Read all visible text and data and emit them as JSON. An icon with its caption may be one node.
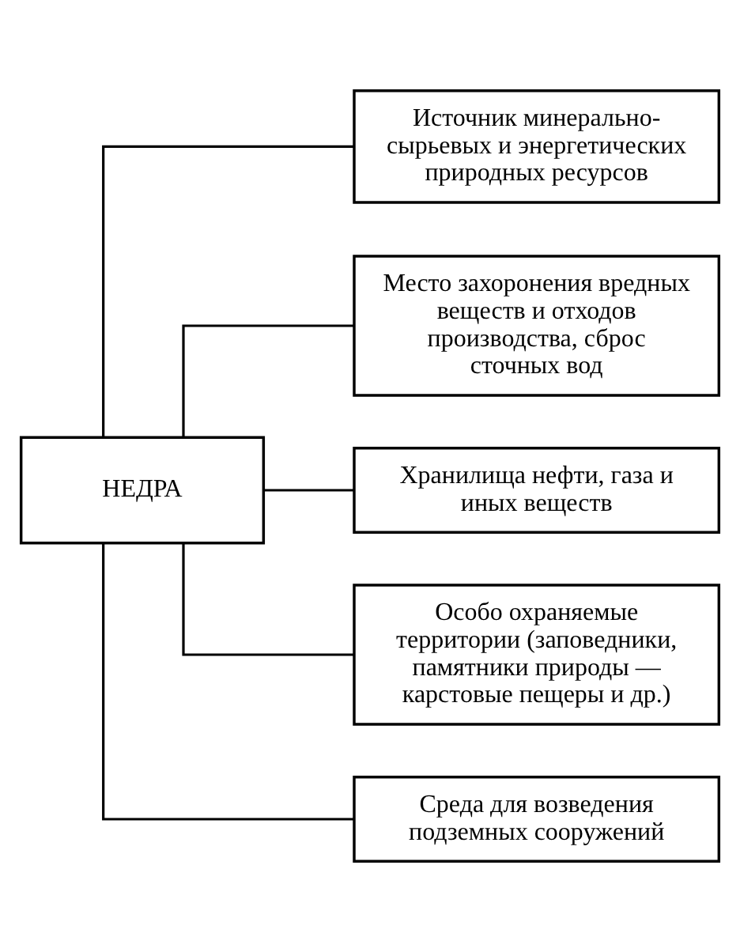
{
  "diagram": {
    "nodes": [
      {
        "text": [
          "НЕДРА"
        ]
      },
      {
        "text": [
          "Источник минерально-сырьевых и энергетических природных ресурсов"
        ]
      },
      {
        "text": [
          "Место захоронения вредных веществ и отходов производства, сброс сточных вод"
        ]
      },
      {
        "text": [
          "Хранилища нефти, газа и иных веществ"
        ]
      },
      {
        "text": [
          "Особо охраняемые территории (заповедники, памятники природы — карстовые пещеры и др.)"
        ]
      },
      {
        "text": [
          "Среда для возведения подземных сооружений"
        ]
      }
    ],
    "edges": [
      {
        "from": 0,
        "to": 1,
        "arrow": "none"
      },
      {
        "from": 0,
        "to": 2,
        "arrow": "none"
      },
      {
        "from": 0,
        "to": 3,
        "arrow": "none"
      },
      {
        "from": 0,
        "to": 4,
        "arrow": "none"
      },
      {
        "from": 0,
        "to": 5,
        "arrow": "none"
      }
    ]
  }
}
